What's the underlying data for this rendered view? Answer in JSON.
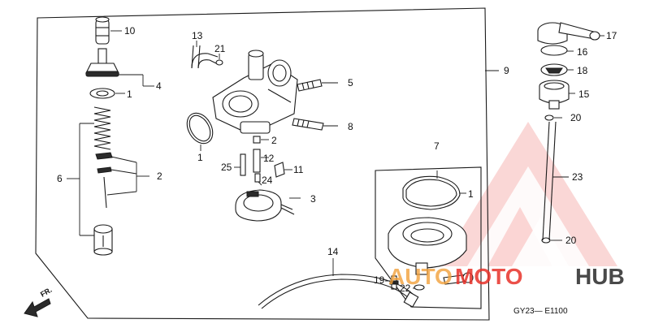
{
  "diagram_code": "GY23— E1100",
  "front_marker": "FR.",
  "watermark": {
    "text_auto": "AUTO",
    "text_moto": "MOTO",
    "text_hub": "HUB",
    "color_primary": "#e8322a",
    "color_secondary": "#f2a13b",
    "color_dark": "#2a2a2a"
  },
  "callouts": {
    "c1a": "1",
    "c1b": "1",
    "c1c": "1",
    "c2a": "2",
    "c2b": "2",
    "c3": "3",
    "c4": "4",
    "c5": "5",
    "c6": "6",
    "c7": "7",
    "c8": "8",
    "c9": "9",
    "c10": "10",
    "c11": "11",
    "c12": "12",
    "c13": "13",
    "c14": "14",
    "c15": "15",
    "c16": "16",
    "c17": "17",
    "c18": "18",
    "c19": "19",
    "c20a": "20",
    "c20b": "20",
    "c21": "21",
    "c22": "22",
    "c23": "23",
    "c24": "24",
    "c25": "25"
  }
}
